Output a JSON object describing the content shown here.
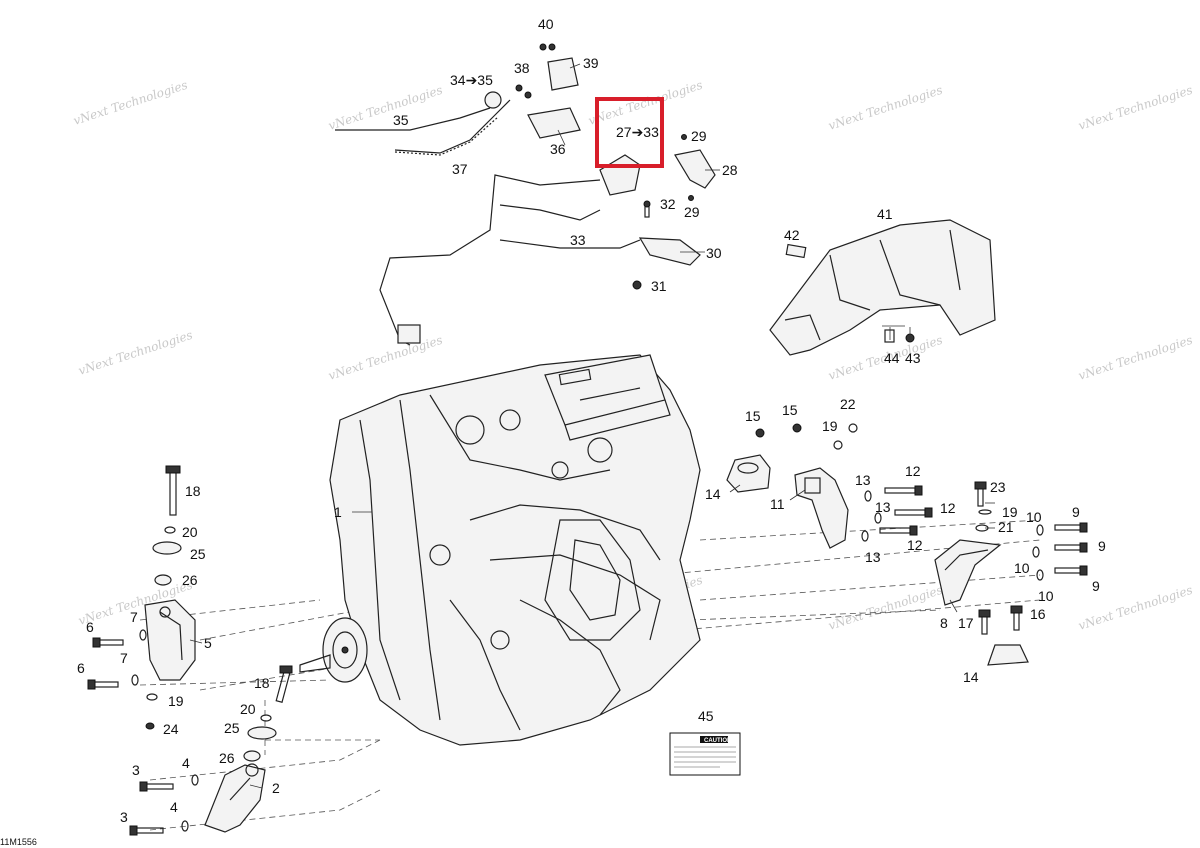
{
  "diagram_code": "11M1556",
  "watermark": "vNext Technologies",
  "callouts": [
    "1",
    "2",
    "3",
    "3",
    "4",
    "4",
    "5",
    "6",
    "6",
    "7",
    "7",
    "8",
    "9",
    "9",
    "9",
    "10",
    "10",
    "10",
    "11",
    "12",
    "12",
    "12",
    "13",
    "13",
    "13",
    "14",
    "14",
    "15",
    "15",
    "16",
    "17",
    "18",
    "18",
    "19",
    "19",
    "19",
    "20",
    "20",
    "21",
    "22",
    "23",
    "24",
    "25",
    "25",
    "26",
    "26",
    "27➔33",
    "28",
    "29",
    "29",
    "30",
    "31",
    "32",
    "33",
    "34➔35",
    "35",
    "36",
    "37",
    "38",
    "39",
    "40",
    "41",
    "42",
    "43",
    "44",
    "45"
  ],
  "caution_label": "CAUTION",
  "highlight": {
    "color": "#d81e2a"
  }
}
